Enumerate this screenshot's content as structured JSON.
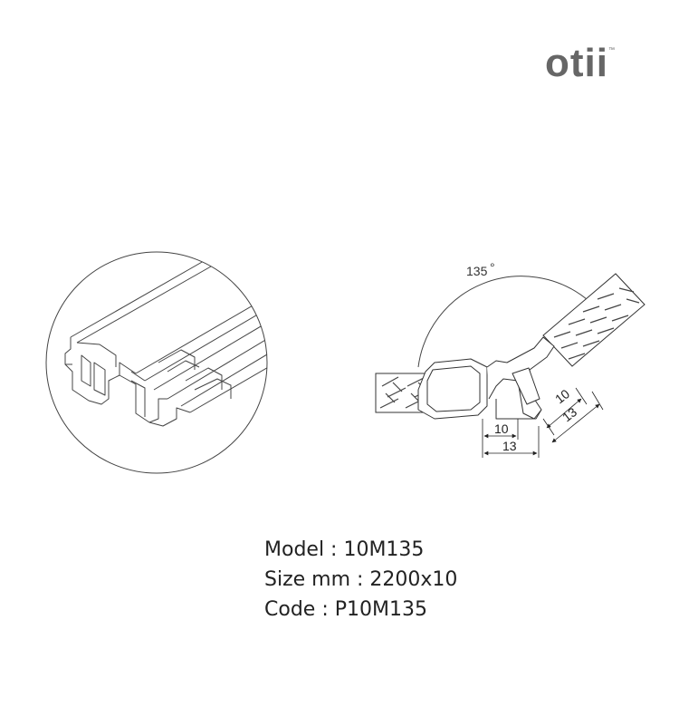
{
  "brand": {
    "name": "otii",
    "trademark": "™"
  },
  "diagram": {
    "angle_label": "135",
    "angle_unit": "°",
    "dims": {
      "inner_width": "10",
      "outer_width": "13"
    }
  },
  "specs": {
    "model": "Model : 10M135",
    "size": "Size mm : 2200x10",
    "code": "Code : P10M135"
  }
}
